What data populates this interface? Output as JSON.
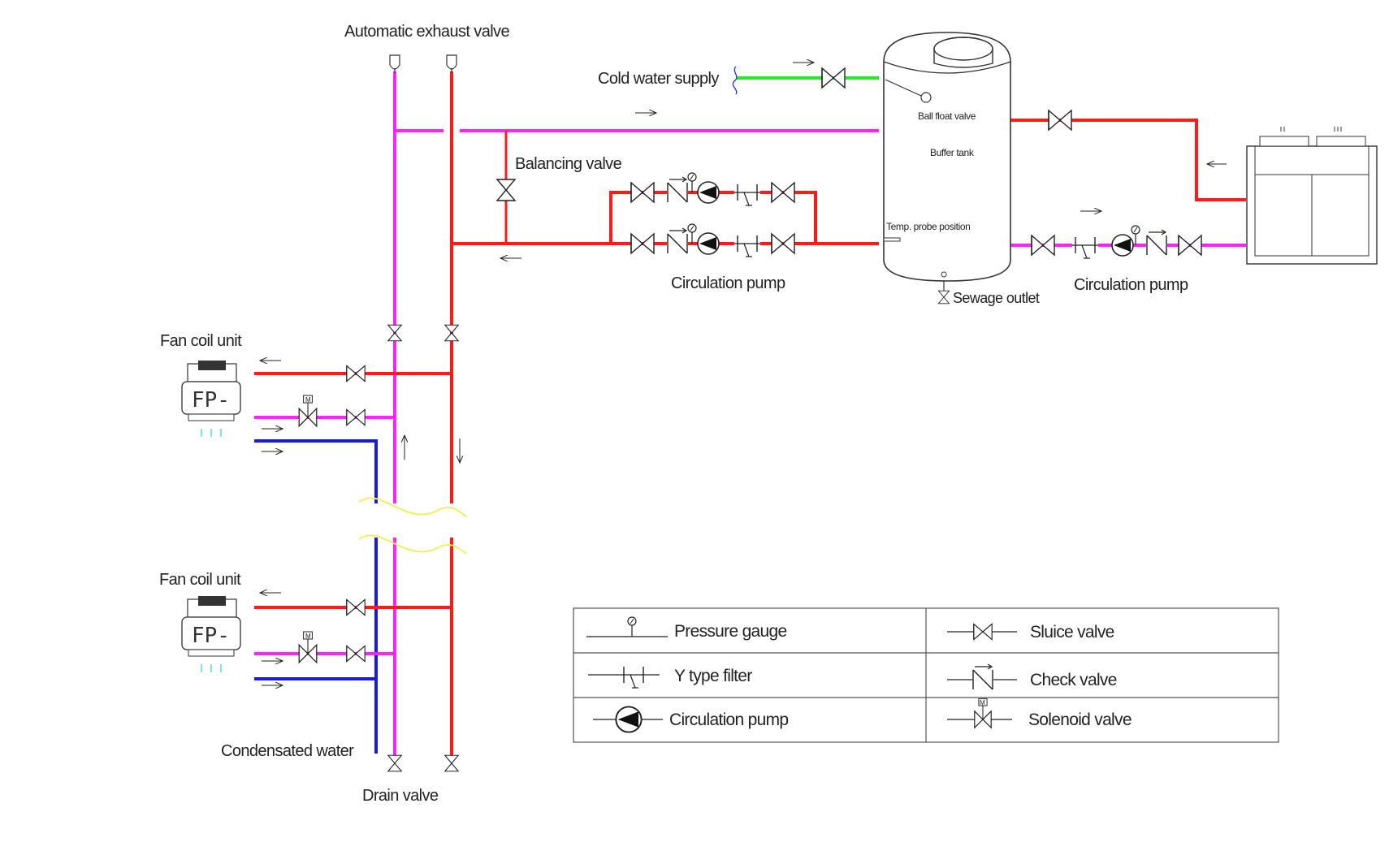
{
  "labels": {
    "auto_exhaust": "Automatic exhaust valve",
    "cold_water": "Cold water supply",
    "ball_float": "Ball float valve",
    "buffer_tank": "Buffer tank",
    "balancing_valve": "Balancing valve",
    "temp_probe": "Temp. probe position",
    "circ_pump_left": "Circulation pump",
    "circ_pump_right": "Circulation pump",
    "sewage": "Sewage outlet",
    "fan_coil_1": "Fan coil unit",
    "fan_coil_2": "Fan coil unit",
    "fp_1": "FP-",
    "fp_2": "FP-",
    "condensated": "Condensated water",
    "drain_valve": "Drain valve",
    "solenoid_mark": "M"
  },
  "legend": [
    {
      "symbol": "pressure-gauge",
      "label": "Pressure gauge"
    },
    {
      "symbol": "sluice-valve",
      "label": "Sluice valve"
    },
    {
      "symbol": "y-type-filter",
      "label": "Y type filter"
    },
    {
      "symbol": "check-valve",
      "label": "Check valve"
    },
    {
      "symbol": "circulation-pump",
      "label": "Circulation pump"
    },
    {
      "symbol": "solenoid-valve",
      "label": "Solenoid valve"
    }
  ],
  "colors": {
    "supply": "#ff1a1a",
    "return": "#ff22ff",
    "cold_water": "#22ee22",
    "condensate": "#1a1adc",
    "break_mark": "#f2ef5a",
    "symbol": "#222222"
  }
}
